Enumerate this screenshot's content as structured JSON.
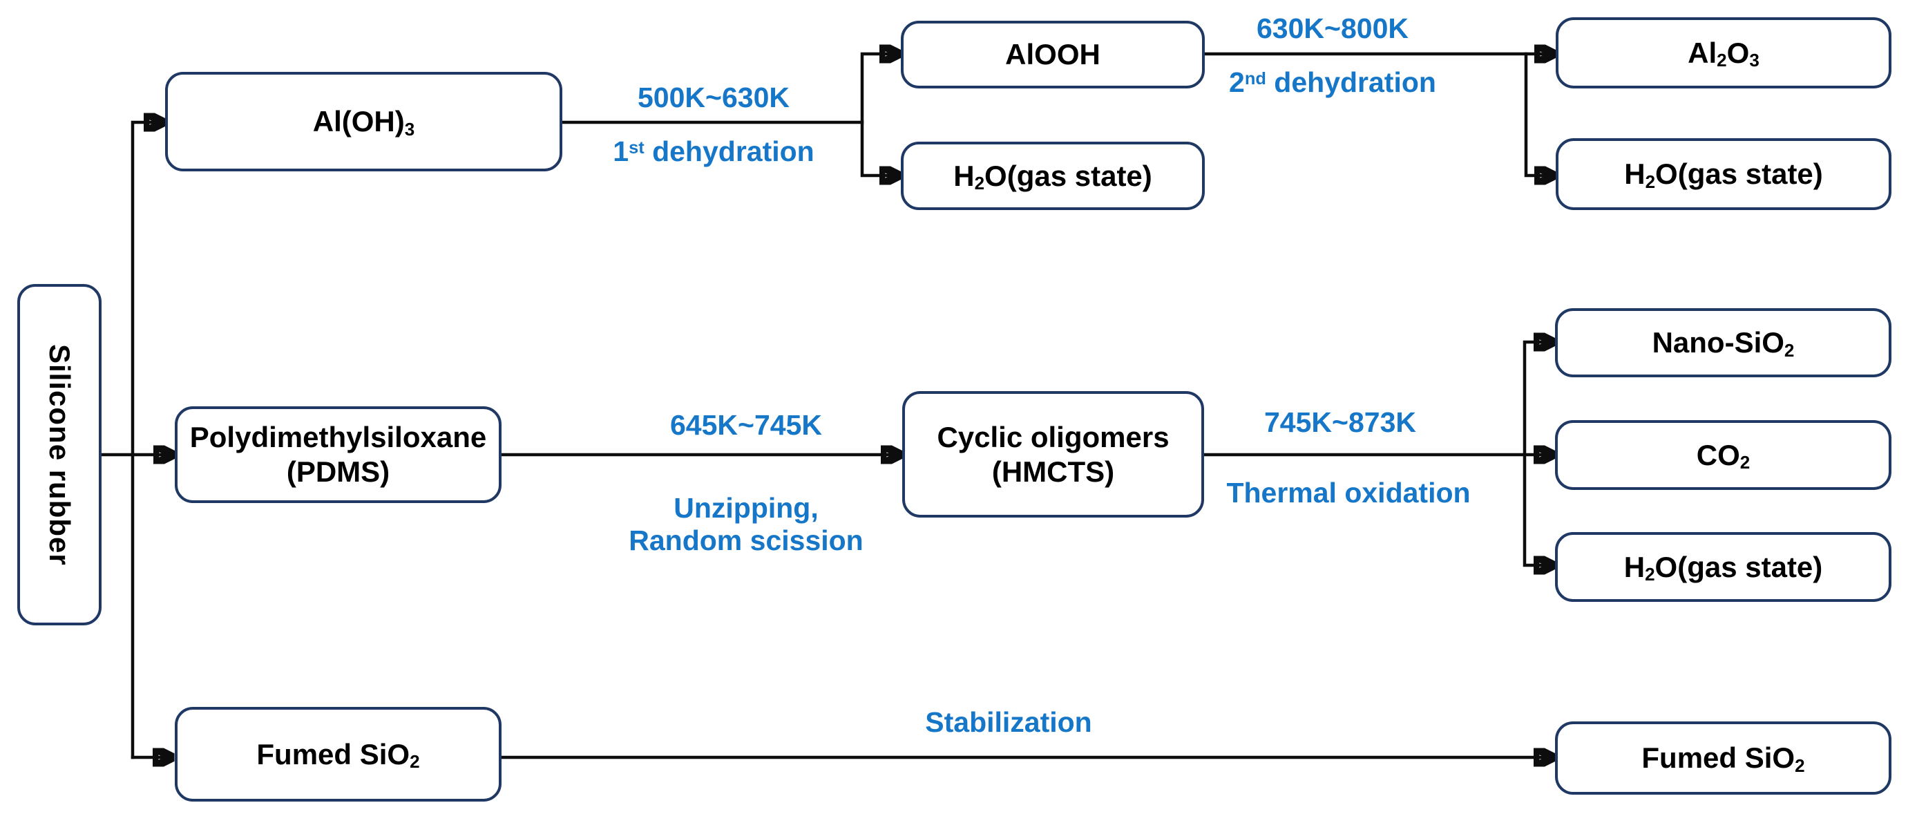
{
  "diagram": {
    "subject": "Thermal decomposition pathways of silicone rubber",
    "colors": {
      "box_border_navy": "#1F3864",
      "label_blue": "#1677C8",
      "arrow_black": "#0d0d0d",
      "background": "#ffffff",
      "text_black": "#000000"
    }
  },
  "nodes": {
    "source": {
      "label": "Silicone rubber"
    },
    "al_oh3": {
      "label": "Al(OH)_{3}"
    },
    "alooh": {
      "label": "AlOOH"
    },
    "h2o_first": {
      "label": "H_{2}O(gas state)"
    },
    "al2o3": {
      "label": "Al_{2}O_{3}"
    },
    "h2o_second": {
      "label": "H_{2}O(gas state)"
    },
    "pdms": {
      "label": "Polydimethylsiloxane\n(PDMS)"
    },
    "hmcts": {
      "label": "Cyclic oligomers\n(HMCTS)"
    },
    "nano_sio2": {
      "label": "Nano-SiO_{2}"
    },
    "co2": {
      "label": "CO_{2}"
    },
    "h2o_third": {
      "label": "H_{2}O(gas state)"
    },
    "fumed_sio2_in": {
      "label": "Fumed SiO_{2}"
    },
    "fumed_sio2_out": {
      "label": "Fumed SiO_{2}"
    }
  },
  "transitions": {
    "dehydration_1": {
      "temperature": "500K~630K",
      "process": "1^{st} dehydration"
    },
    "dehydration_2": {
      "temperature": "630K~800K",
      "process": "2^{nd} dehydration"
    },
    "unzipping": {
      "temperature": "645K~745K",
      "process": "Unzipping,\nRandom scission"
    },
    "thermal_oxidation": {
      "temperature": "745K~873K",
      "process": "Thermal oxidation"
    },
    "stabilization": {
      "process": "Stabilization"
    }
  }
}
